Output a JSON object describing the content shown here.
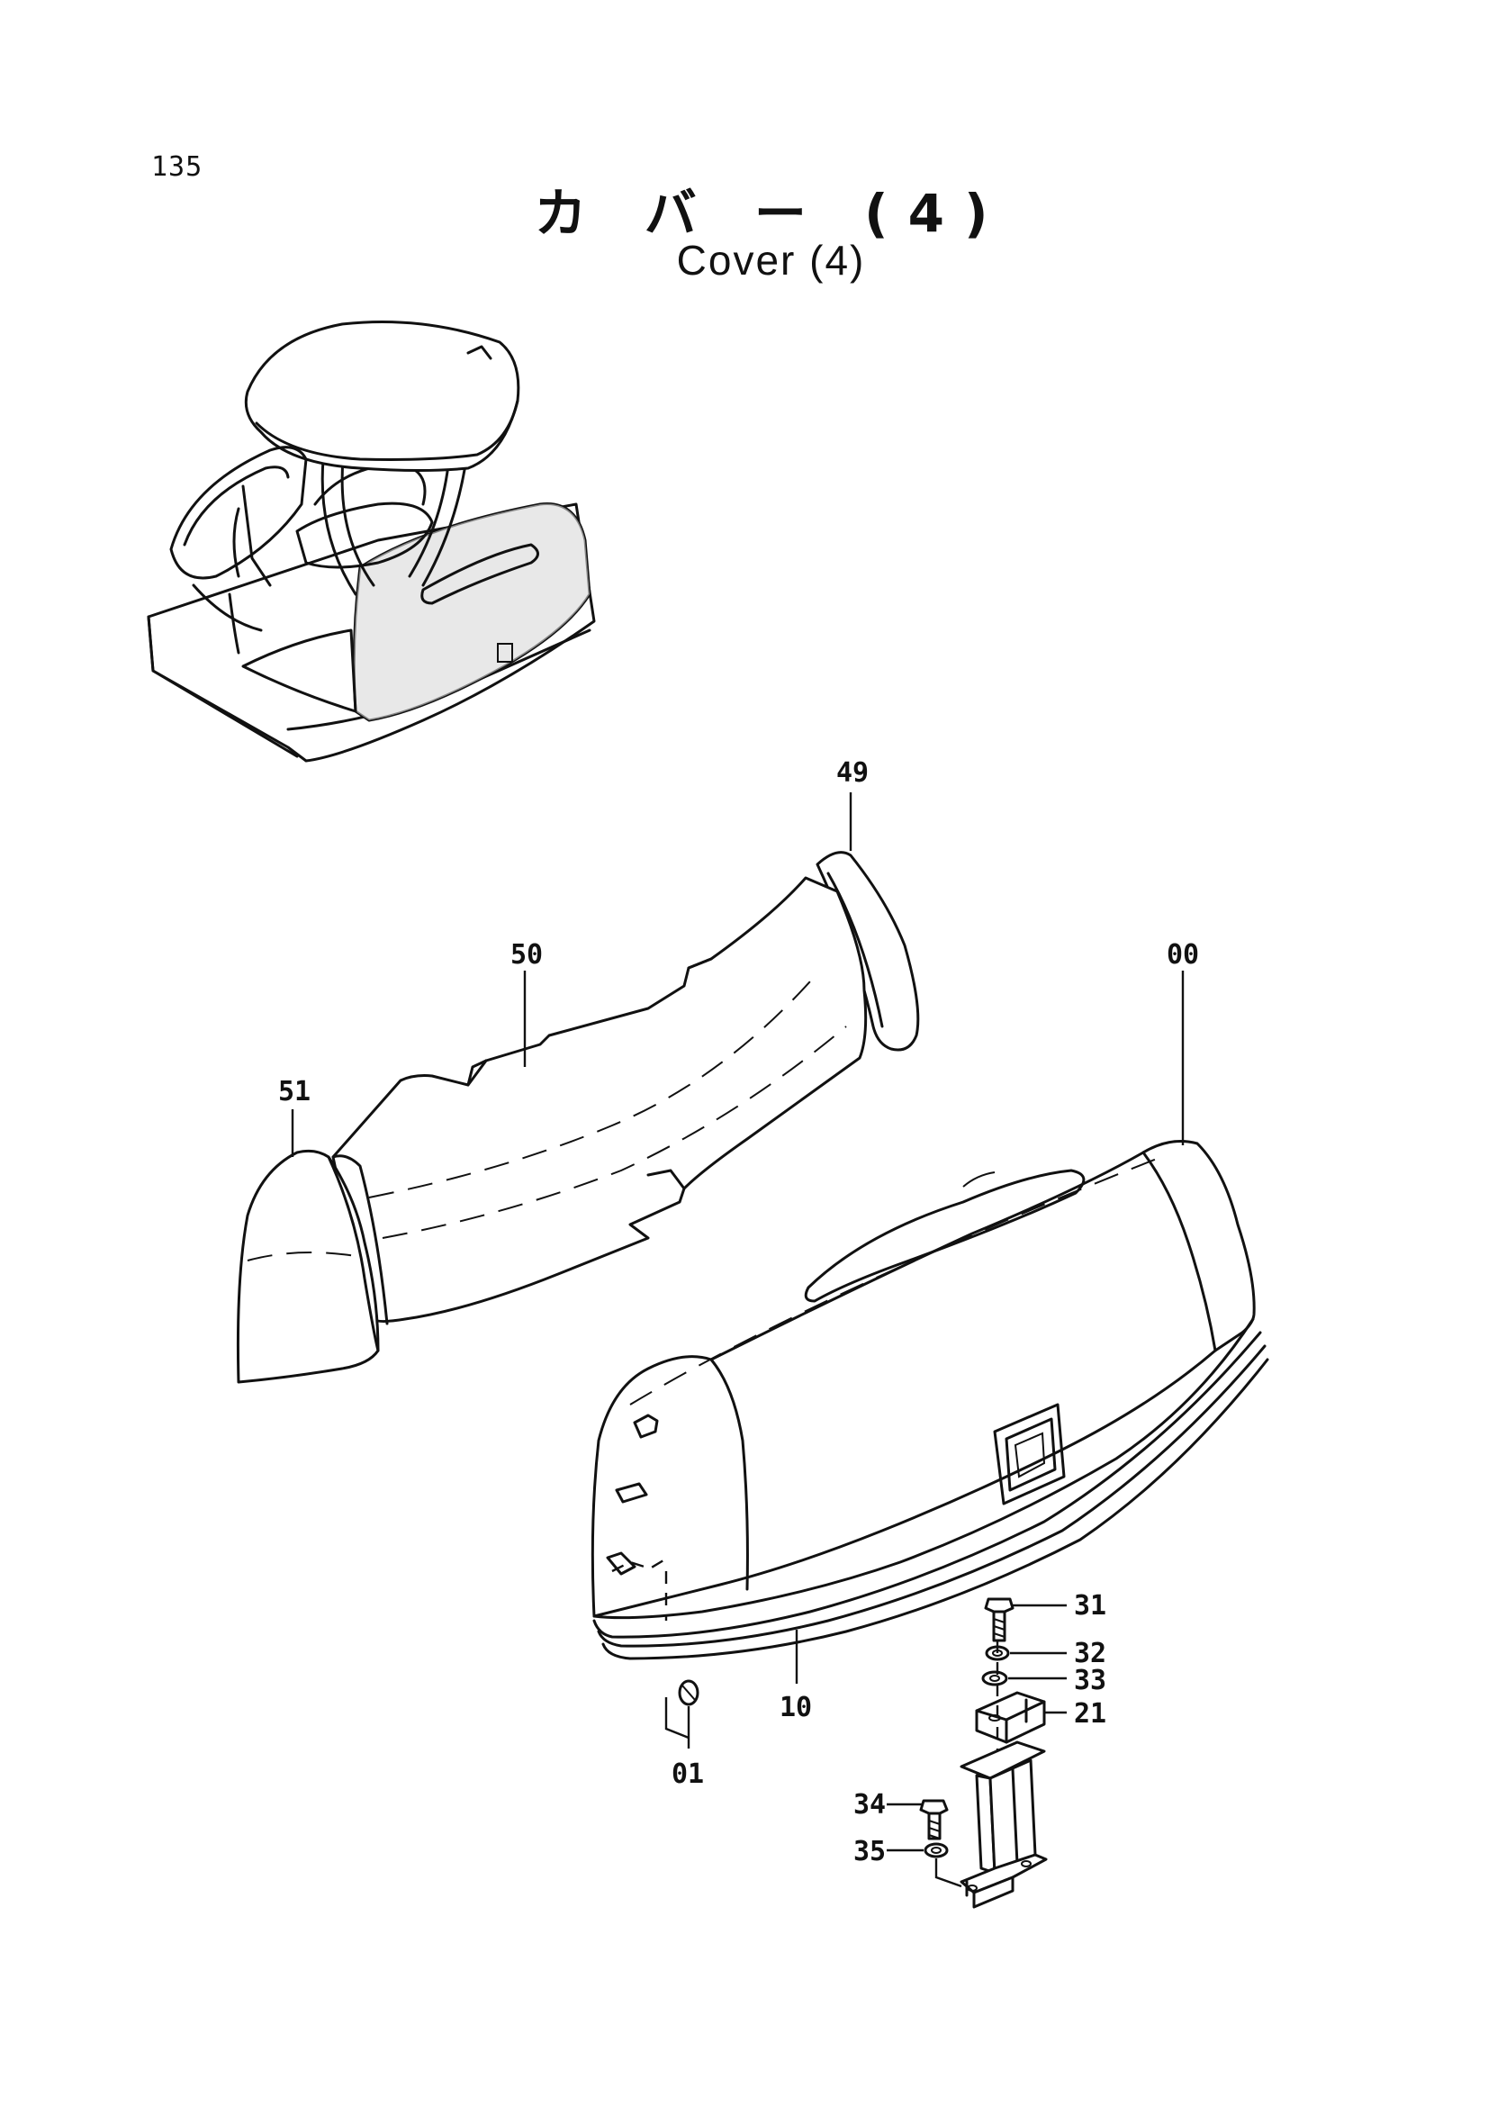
{
  "page": {
    "number": "135",
    "title_jp": "カ バ ー (4)",
    "title_en": "Cover (4)"
  },
  "callouts": {
    "c49": "49",
    "c50": "50",
    "c00": "00",
    "c51": "51",
    "c31": "31",
    "c32": "32",
    "c33": "33",
    "c21": "21",
    "c10": "10",
    "c01": "01",
    "c34": "34",
    "c35": "35"
  }
}
